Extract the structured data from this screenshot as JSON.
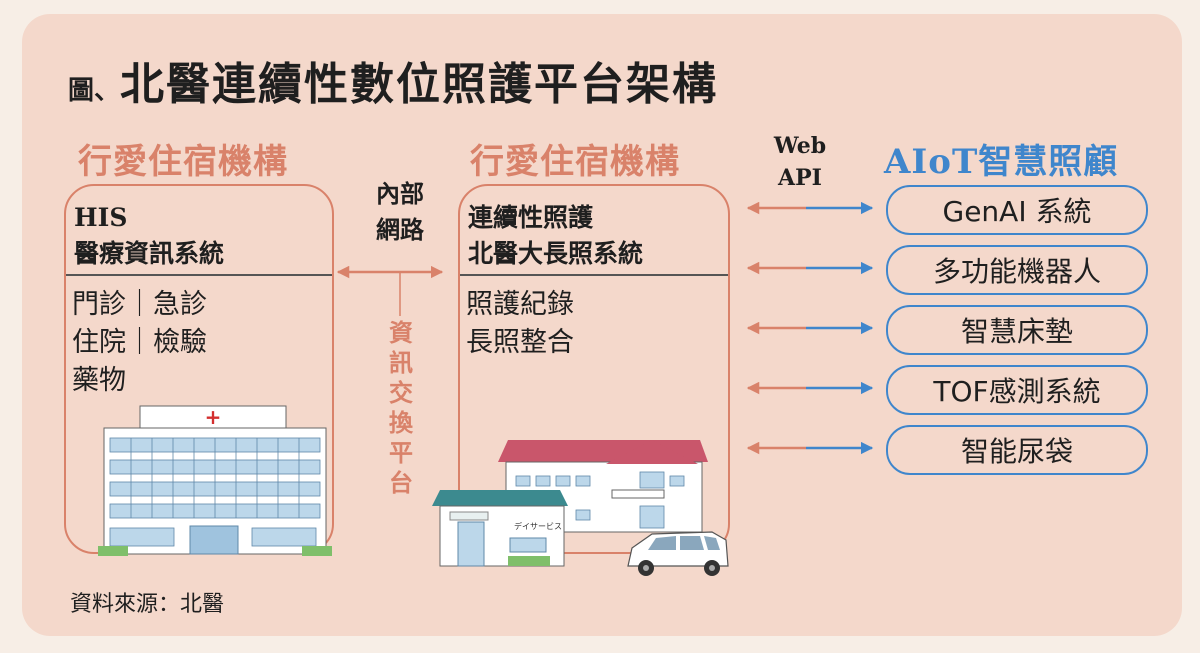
{
  "title": {
    "prefix": "圖、",
    "main": "北醫連續性數位照護平台架構"
  },
  "columns": {
    "left_heading": "行愛住宿機構",
    "mid_heading": "行愛住宿機構",
    "right_heading": "AIoT智慧照顧"
  },
  "left_box": {
    "title_line1": "HIS",
    "title_line2": "醫療資訊系統",
    "body_line1": "門診｜急診",
    "body_line2": "住院｜檢驗",
    "body_line3": "藥物"
  },
  "mid_box": {
    "title_line1": "連續性照護",
    "title_line2": "北醫大長照系統",
    "body_line1": "照護紀錄",
    "body_line2": "長照整合"
  },
  "connector": {
    "internal_line1": "內部",
    "internal_line2": "網路",
    "exchange": [
      "資",
      "訊",
      "交",
      "換",
      "平",
      "台"
    ]
  },
  "webapi": {
    "line1": "Web",
    "line2": "API"
  },
  "aiot_items": [
    "GenAI 系統",
    "多功能機器人",
    "智慧床墊",
    "TOF感測系統",
    "智能尿袋"
  ],
  "hospital_sign": "+",
  "dayservice_sign": "デイサービス",
  "source": "資料來源：北醫",
  "colors": {
    "accent_orange": "#d9826a",
    "accent_blue": "#3f86cc",
    "panel": "#f4d8cb"
  }
}
